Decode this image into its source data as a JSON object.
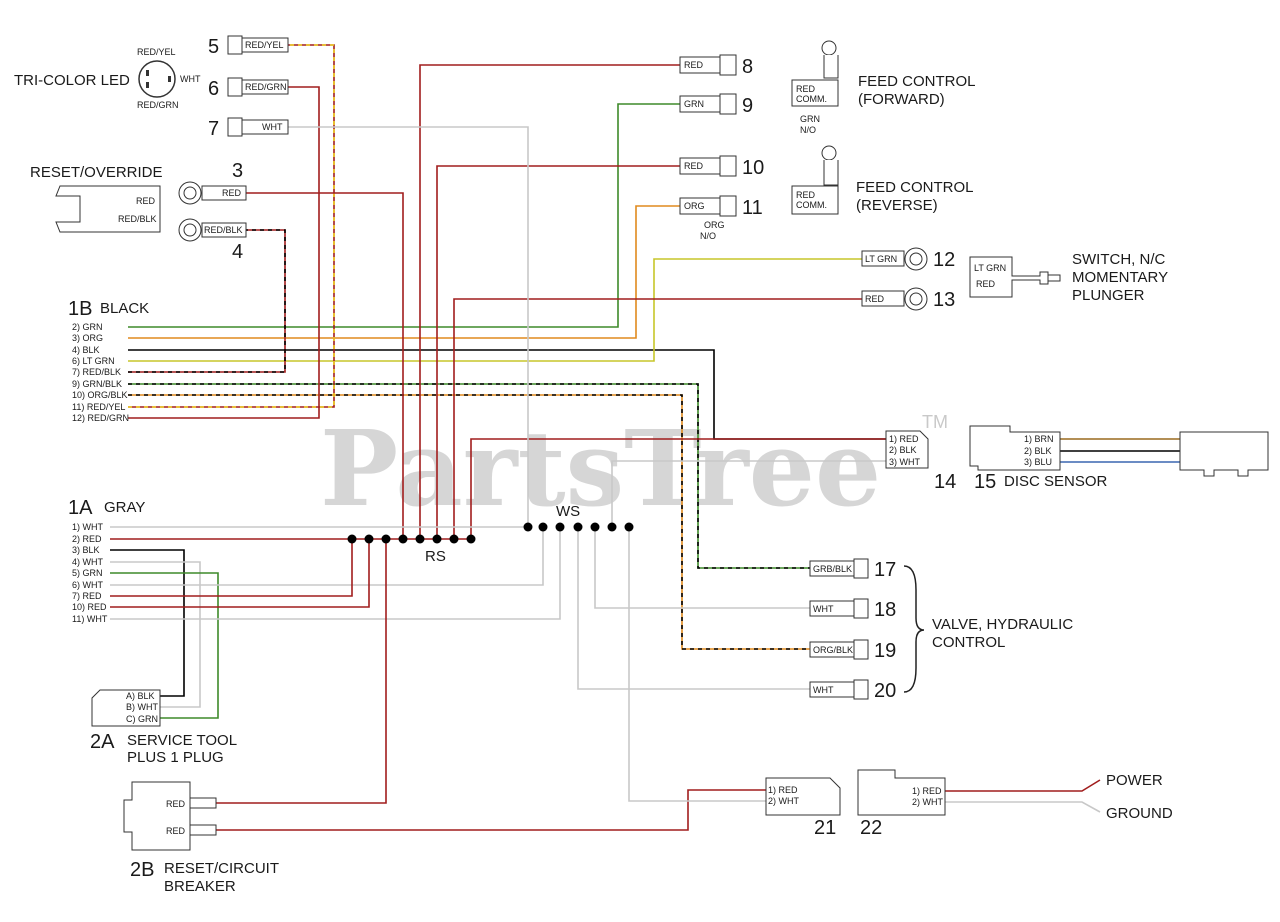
{
  "watermark": {
    "text": "PartsTree",
    "tm": "TM"
  },
  "colors": {
    "red": "#a11d1d",
    "green": "#3e8a2a",
    "orange": "#e08a1e",
    "black": "#000000",
    "white": "#c8c8c8",
    "ltgrn": "#c7c62a",
    "yellow": "#f0d020",
    "brown": "#9a6a1e",
    "blue": "#3a66b0"
  },
  "labels": {
    "led_title": "TRI-COLOR LED",
    "led_red_yel": "RED/YEL",
    "led_wht": "WHT",
    "led_red_grn": "RED/GRN",
    "reset_title": "RESET/OVERRIDE",
    "reset_red": "RED",
    "reset_red_blk": "RED/BLK",
    "feed_fwd": "FEED CONTROL",
    "feed_fwd_2": "(FORWARD)",
    "feed_rev": "FEED CONTROL",
    "feed_rev_2": "(REVERSE)",
    "red_comm": "RED",
    "comm": "COMM.",
    "grn": "GRN",
    "no": "N/O",
    "org": "ORG",
    "switch_1": "SWITCH, N/C",
    "switch_2": "MOMENTARY",
    "switch_3": "PLUNGER",
    "sw_ltgrn": "LT GRN",
    "sw_red": "RED",
    "h1b_num": "1B",
    "h1b_name": "BLACK",
    "h1a_num": "1A",
    "h1a_name": "GRAY",
    "rs": "RS",
    "ws": "WS",
    "disc_sensor": "DISC SENSOR",
    "valve_1": "VALVE, HYDRAULIC",
    "valve_2": "CONTROL",
    "svc_1": "SERVICE TOOL",
    "svc_2": "PLUS 1 PLUG",
    "rcb_1": "RESET/CIRCUIT",
    "rcb_2": "BREAKER",
    "power": "POWER",
    "ground": "GROUND"
  },
  "connectors": {
    "c5": {
      "num": "5",
      "wire": "RED/YEL"
    },
    "c6": {
      "num": "6",
      "wire": "RED/GRN"
    },
    "c7": {
      "num": "7",
      "wire": "WHT"
    },
    "c3": {
      "num": "3",
      "wire": "RED"
    },
    "c4": {
      "num": "4",
      "wire": "RED/BLK"
    },
    "c8": {
      "num": "8",
      "wire": "RED"
    },
    "c9": {
      "num": "9",
      "wire": "GRN"
    },
    "c10": {
      "num": "10",
      "wire": "RED"
    },
    "c11": {
      "num": "11",
      "wire": "ORG"
    },
    "c12": {
      "num": "12",
      "wire": "LT GRN"
    },
    "c13": {
      "num": "13",
      "wire": "RED"
    },
    "c14": {
      "num": "14",
      "pins": [
        "1) RED",
        "2) BLK",
        "3) WHT"
      ]
    },
    "c15": {
      "num": "15",
      "pins": [
        "1) BRN",
        "2) BLK",
        "3) BLU"
      ]
    },
    "c17": {
      "num": "17",
      "wire": "GRB/BLK"
    },
    "c18": {
      "num": "18",
      "wire": "WHT"
    },
    "c19": {
      "num": "19",
      "wire": "ORG/BLK"
    },
    "c20": {
      "num": "20",
      "wire": "WHT"
    },
    "c21": {
      "num": "21",
      "pins": [
        "1) RED",
        "2) WHT"
      ]
    },
    "c22": {
      "num": "22",
      "pins": [
        "1) RED",
        "2) WHT"
      ]
    },
    "c2a": {
      "num": "2A",
      "pins": [
        "A) BLK",
        "B) WHT",
        "C) GRN"
      ]
    },
    "c2b": {
      "num": "2B",
      "pins": [
        "RED",
        "RED"
      ]
    }
  },
  "harness_1b": [
    "2) GRN",
    "3) ORG",
    "4) BLK",
    "6) LT GRN",
    "7) RED/BLK",
    "9) GRN/BLK",
    "10) ORG/BLK",
    "11) RED/YEL",
    "12) RED/GRN"
  ],
  "harness_1a": [
    "1) WHT",
    "2) RED",
    "3) BLK",
    "4) WHT",
    "5) GRN",
    "6) WHT",
    "7) RED",
    "10) RED",
    "11) WHT"
  ]
}
